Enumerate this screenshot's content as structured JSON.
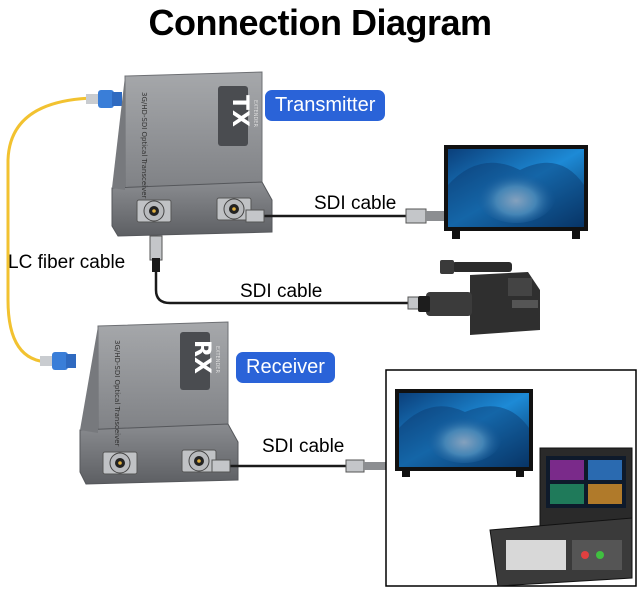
{
  "title": "Connection Diagram",
  "transmitter_label": "Transmitter",
  "receiver_label": "Receiver",
  "fiber_label": "LC fiber cable",
  "cable_tx_monitor": "SDI cable",
  "cable_tx_camera": "SDI cable",
  "cable_rx_monitor": "SDI cable",
  "tx_device": {
    "badge": "TX",
    "model": "3G/HD-SDI Optical Transceiver",
    "sub": "EXTENDER"
  },
  "rx_device": {
    "badge": "RX",
    "model": "3G/HD-SDI Optical Transceiver",
    "sub": "EXTENDER"
  },
  "colors": {
    "accent": "#2a63d8",
    "fiber": "#f2c230",
    "device": "#8e9093"
  }
}
